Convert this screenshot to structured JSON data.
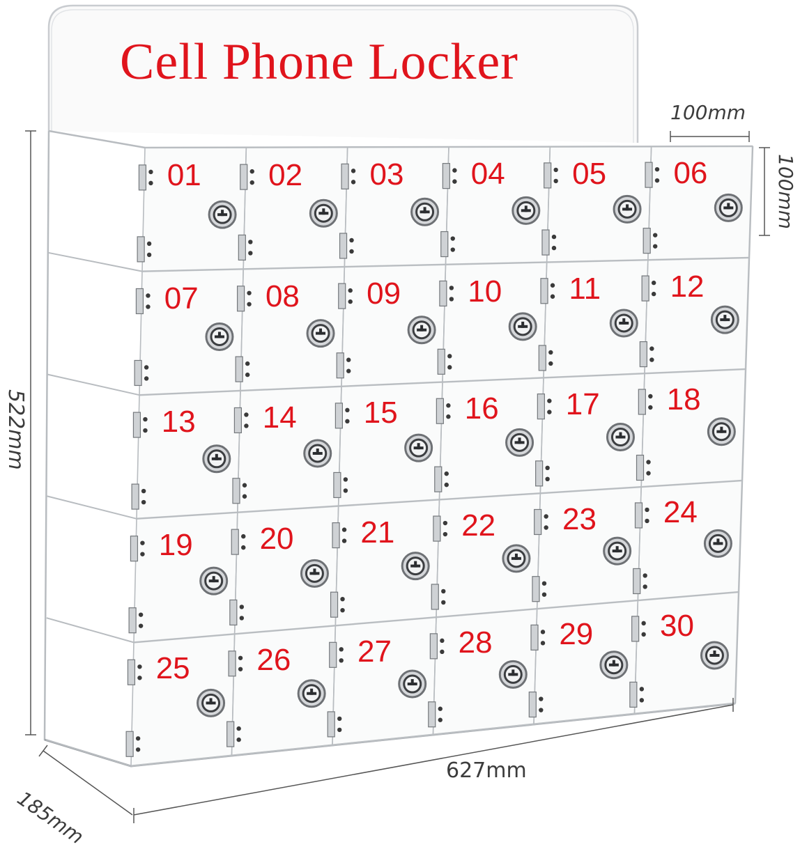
{
  "image": {
    "title": "Cell Phone Locker",
    "dimensions": {
      "door_width": "100mm",
      "door_height": "100mm",
      "total_height": "522mm",
      "total_width": "627mm",
      "depth": "185mm"
    },
    "locker": {
      "rows": 5,
      "columns": 6,
      "numbers": [
        "01",
        "02",
        "03",
        "04",
        "05",
        "06",
        "07",
        "08",
        "09",
        "10",
        "11",
        "12",
        "13",
        "14",
        "15",
        "16",
        "17",
        "18",
        "19",
        "20",
        "21",
        "22",
        "23",
        "24",
        "25",
        "26",
        "27",
        "28",
        "29",
        "30"
      ]
    },
    "colors": {
      "label_red": "#e0141c",
      "acrylic_edge": "#b8bcc0",
      "dimension_line": "#555555",
      "lock_metal": "#6e7175"
    }
  }
}
